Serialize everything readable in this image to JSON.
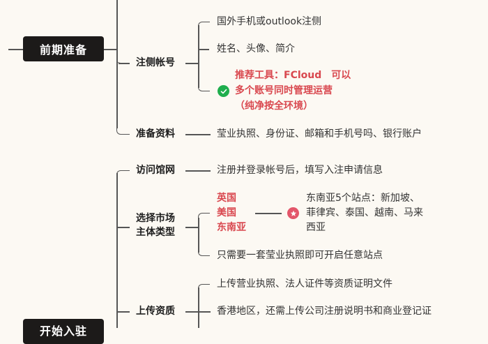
{
  "mindmap": {
    "branches": [
      {
        "label": "前期准备",
        "children": [
          {
            "label": "注侧帐号",
            "items": [
              "国外手机或outlook注侧",
              "姓名、头像、简介"
            ],
            "tip": {
              "icon": "check-circle-icon",
              "lines": [
                "推荐工具：FCloud　可以",
                "多个账号同时管理运营",
                "（纯净按全环境）"
              ]
            }
          },
          {
            "label": "准备资料",
            "items": [
              "莹业执照、身份证、邮箱和手机号吗、银行账户"
            ]
          }
        ]
      },
      {
        "label": "开始入驻",
        "children": [
          {
            "label": "访问馆网",
            "items": [
              "注册并登录帐号后，填写入注申请信息"
            ]
          },
          {
            "label_lines": [
              "选择市场",
              "主体类型"
            ],
            "markets": [
              "英国",
              "美国",
              "东南亚"
            ],
            "note": {
              "icon": "star-circle-icon",
              "lines": [
                "东南亚5个站点：新加坡、",
                "菲律宾、泰国、越南、马来",
                "西亚"
              ]
            },
            "items": [
              "只需要一套莹业执照即可开启任意站点"
            ]
          },
          {
            "label": "上传资质",
            "items": [
              "上传营业执照、法人证件等资质证明文件",
              "香港地区，还需上传公司注册说明书和商业登记证"
            ]
          }
        ]
      }
    ]
  },
  "colors": {
    "background": "#fcf9f3",
    "root_fill": "#1c1a19",
    "accent_red": "#d9484f",
    "check_green": "#1fae4d",
    "star_pink": "#e3566a"
  }
}
